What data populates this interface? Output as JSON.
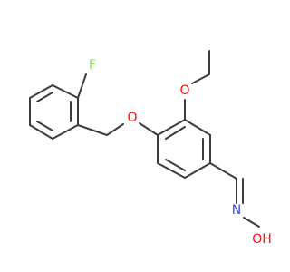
{
  "molecule": {
    "colors": {
      "carbon_bond": "#3c3c3c",
      "oxygen": "#ff0d0d",
      "nitrogen": "#3050f8",
      "fluorine": "#90e050"
    },
    "atom_labels": {
      "F": "F",
      "O_ethoxy": "O",
      "O_benzyloxy": "O",
      "N": "N",
      "OH": "OH"
    }
  }
}
